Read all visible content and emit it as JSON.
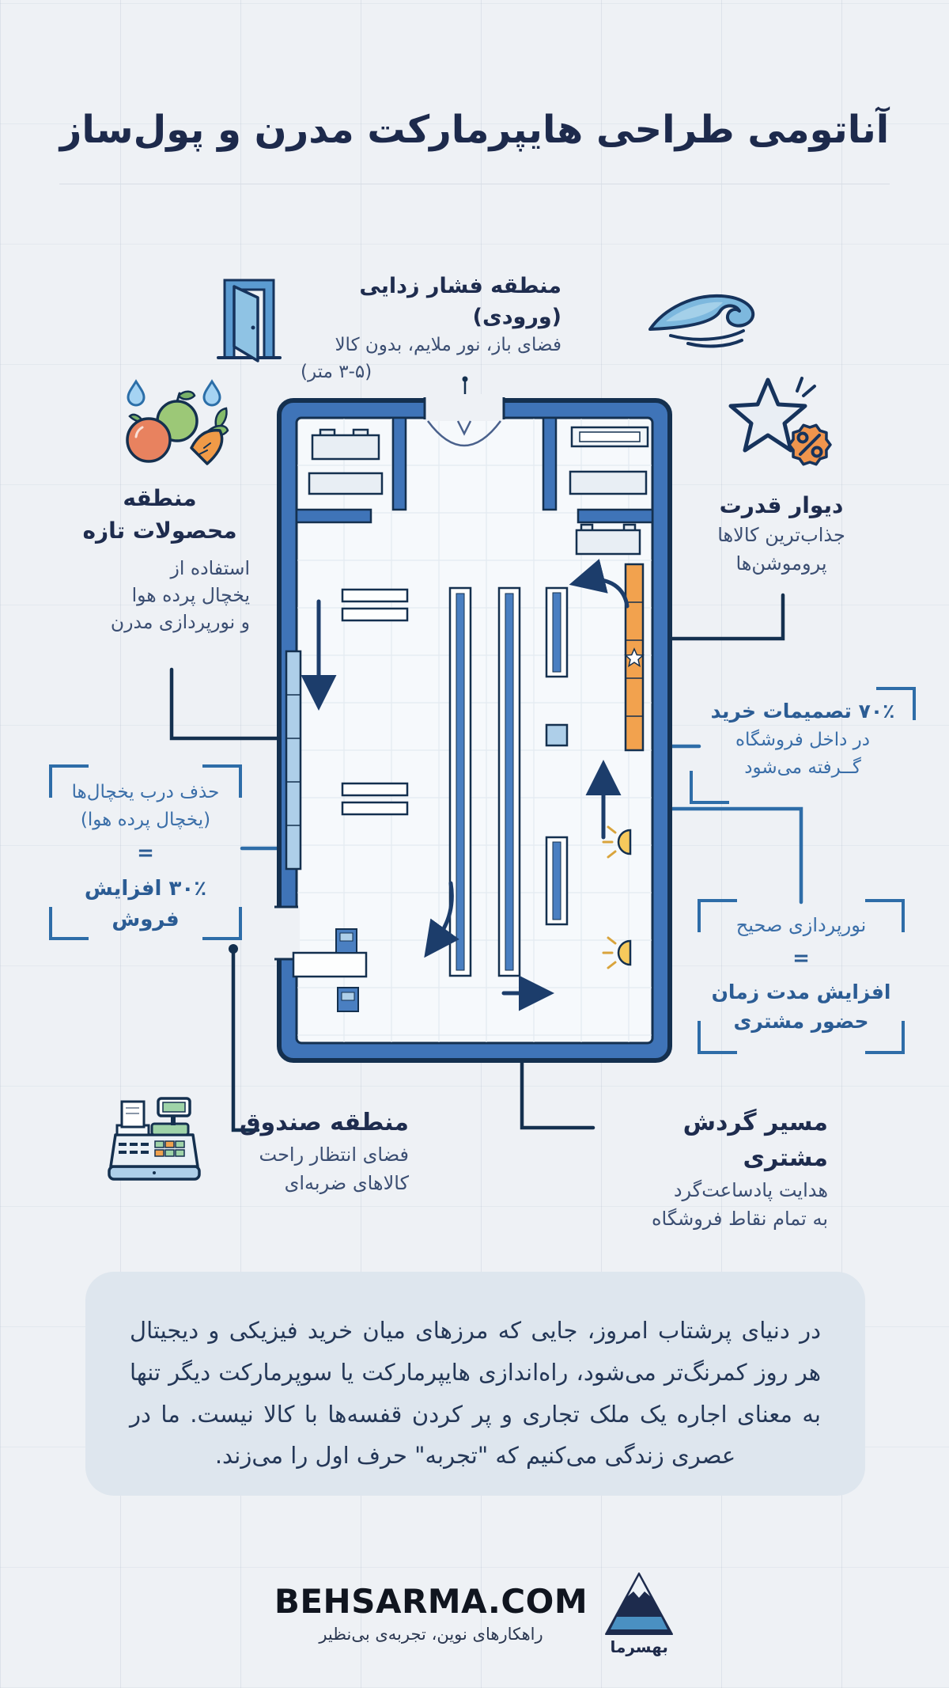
{
  "palette": {
    "background": "#eef1f5",
    "navy": "#14304f",
    "heading_dark": "#1e2c4e",
    "body_text": "#3b4e72",
    "accent_blue": "#2e6da8",
    "accent_blue_bold": "#2b5c94",
    "wall_blue": "#3f74b8",
    "power_wall_orange": "#f2a24e",
    "lamp_yellow": "#f6c95c",
    "summary_bg": "#dee6ee"
  },
  "icons": {
    "entry": "open-door-icon",
    "breeze": "wave-icon",
    "produce": "fresh-produce-icon",
    "power": "star-discount-badge-icon",
    "checkout": "cash-register-icon",
    "logo": "mountain-logo-icon"
  },
  "title": "آناتومی طراحی هایپرمارکت مدرن و پول‌ساز",
  "entry_zone": {
    "heading": "منطقه فشار زدایی (ورودی)",
    "line1": "فضای باز، نور ملایم، بدون کالا",
    "line2": "(۳-۵ متر)"
  },
  "produce_zone": {
    "heading_line1": "منطقه",
    "heading_line2": "محصولات تازه",
    "line1": "استفاده از",
    "line2": "یخچال پرده هوا",
    "line3": "و نورپردازی مدرن"
  },
  "power_wall": {
    "heading": "دیوار قدرت",
    "line1": "جذاب‌ترین کالاها",
    "line2": "پروموشن‌ها"
  },
  "purchase_stat": {
    "bold": "۷۰٪ تصمیمات خرید",
    "line1": "در داخل فروشگاه",
    "line2": "گــرفته می‌شود"
  },
  "fridge_stat": {
    "line1": "حذف درب یخچال‌ها",
    "line2": "(یخچال پرده هوا)",
    "equals": "=",
    "bold": "۳۰٪ افزایش فروش"
  },
  "lighting_stat": {
    "line1": "نورپردازی صحیح",
    "equals": "=",
    "bold_line1": "افزایش مدت زمان",
    "bold_line2": "حضور مشتری"
  },
  "checkout_zone": {
    "heading": "منطقه صندوق",
    "line1": "فضای انتظار راحت",
    "line2": "کالاهای ضربه‌ای"
  },
  "flow_path": {
    "heading": "مسیر گردش مشتری",
    "line1": "هدایت پادساعت‌گرد",
    "line2": "به تمام نقاط فروشگاه"
  },
  "summary": {
    "text": "در دنیای پرشتاب امروز، جایی که مرزهای میان خرید فیزیکی و دیجیتال هر روز کمرنگ‌تر می‌شود، راه‌اندازی هایپرمارکت یا سوپرمارکت دیگر تنها به معنای اجاره یک ملک تجاری و پر کردن قفسه‌ها با کالا نیست. ما در عصری زندگی می‌کنیم که \"تجربه\" حرف اول را می‌زند."
  },
  "footer": {
    "site": "BEHSARMA.COM",
    "tagline": "راهکارهای نوین، تجربه‌ی بی‌نظیر",
    "logo_name": "بهسرما"
  }
}
